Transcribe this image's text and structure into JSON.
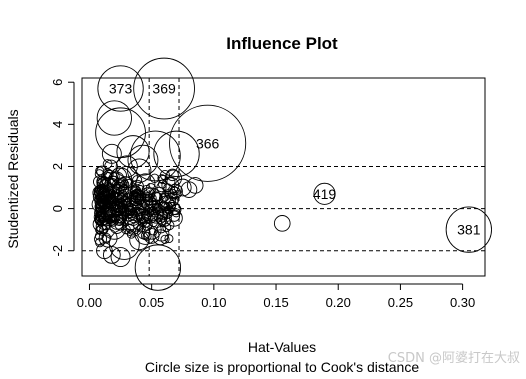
{
  "chart_data": {
    "type": "scatter",
    "title": "Influence Plot",
    "xlabel": "Hat-Values",
    "ylabel": "Studentized Residuals",
    "subtitle": "Circle size is proportional to Cook's distance",
    "xlim": [
      -0.006,
      0.318
    ],
    "ylim": [
      -3.2,
      6.2
    ],
    "x_ticks": [
      "0.00",
      "0.05",
      "0.10",
      "0.15",
      "0.20",
      "0.25",
      "0.30"
    ],
    "y_ticks": [
      "-2",
      "0",
      "2",
      "4",
      "6"
    ],
    "reference_lines": {
      "horizontal": [
        -2,
        0,
        2
      ],
      "vertical": [
        0.048,
        0.072
      ]
    },
    "labeled_points": [
      {
        "label": "373",
        "x": 0.025,
        "y": 5.7,
        "cook": 0.34
      },
      {
        "label": "369",
        "x": 0.06,
        "y": 5.7,
        "cook": 0.48
      },
      {
        "label": "366",
        "x": 0.095,
        "y": 3.1,
        "cook": 0.62
      },
      {
        "label": "419",
        "x": 0.189,
        "y": 0.7,
        "cook": 0.12
      },
      {
        "label": "381",
        "x": 0.305,
        "y": -1.0,
        "cook": 0.34
      }
    ],
    "points": [
      {
        "x": 0.02,
        "y": 4.3,
        "cook": 0.24
      },
      {
        "x": 0.025,
        "y": 3.6,
        "cook": 0.38
      },
      {
        "x": 0.053,
        "y": 2.5,
        "cook": 0.38
      },
      {
        "x": 0.07,
        "y": 2.6,
        "cook": 0.34
      },
      {
        "x": 0.035,
        "y": 2.7,
        "cook": 0.22
      },
      {
        "x": 0.043,
        "y": 2.3,
        "cook": 0.2
      },
      {
        "x": 0.03,
        "y": 2.0,
        "cook": 0.12
      },
      {
        "x": 0.018,
        "y": 2.6,
        "cook": 0.1
      },
      {
        "x": 0.04,
        "y": 1.8,
        "cook": 0.14
      },
      {
        "x": 0.025,
        "y": 1.4,
        "cook": 0.13
      },
      {
        "x": 0.015,
        "y": 1.0,
        "cook": 0.09
      },
      {
        "x": 0.03,
        "y": 1.5,
        "cook": 0.12
      },
      {
        "x": 0.045,
        "y": 1.2,
        "cook": 0.1
      },
      {
        "x": 0.065,
        "y": 1.1,
        "cook": 0.08
      },
      {
        "x": 0.075,
        "y": 1.0,
        "cook": 0.08
      },
      {
        "x": 0.08,
        "y": 0.9,
        "cook": 0.07
      },
      {
        "x": 0.085,
        "y": 1.1,
        "cook": 0.07
      },
      {
        "x": 0.055,
        "y": -2.8,
        "cook": 0.34
      },
      {
        "x": 0.028,
        "y": -1.7,
        "cook": 0.2
      },
      {
        "x": 0.045,
        "y": -1.2,
        "cook": 0.12
      },
      {
        "x": 0.02,
        "y": -0.9,
        "cook": 0.14
      },
      {
        "x": 0.035,
        "y": -0.8,
        "cook": 0.12
      },
      {
        "x": 0.025,
        "y": -2.3,
        "cook": 0.1
      },
      {
        "x": 0.018,
        "y": -2.2,
        "cook": 0.08
      },
      {
        "x": 0.012,
        "y": -2.0,
        "cook": 0.07
      },
      {
        "x": 0.155,
        "y": -0.7,
        "cook": 0.07
      },
      {
        "x": 0.04,
        "y": -1.5,
        "cook": 0.1
      },
      {
        "x": 0.05,
        "y": -1.0,
        "cook": 0.1
      },
      {
        "x": 0.015,
        "y": -1.4,
        "cook": 0.09
      },
      {
        "x": 0.06,
        "y": -0.5,
        "cook": 0.06
      }
    ],
    "cluster": {
      "hat_min": 0.008,
      "hat_max": 0.07,
      "resid_min": -2.0,
      "resid_max": 2.4,
      "count": 320
    }
  },
  "watermark": "CSDN @阿婆打在大叔"
}
